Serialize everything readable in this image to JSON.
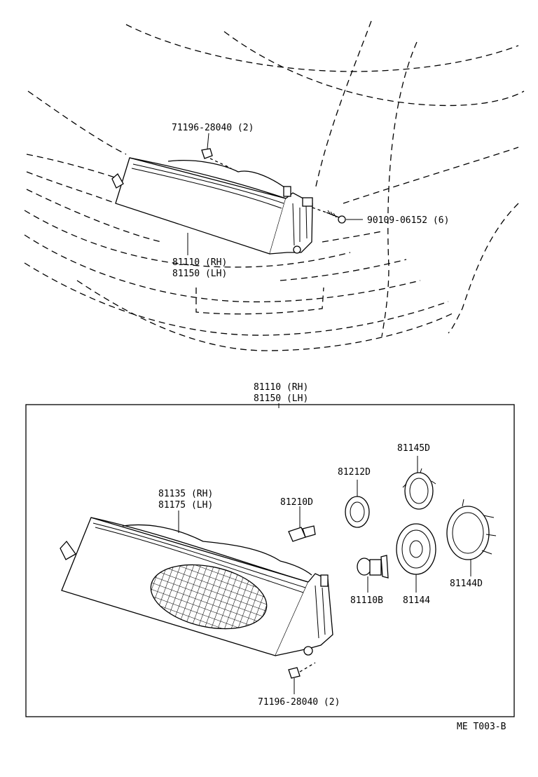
{
  "top_view": {
    "clip_label": "71196-28040 (2)",
    "screw_label": "90109-06152 (6)",
    "assy_label_rh": "81110 (RH)",
    "assy_label_lh": "81150 (LH)"
  },
  "detail_view": {
    "assy_label_rh": "81110 (RH)",
    "assy_label_lh": "81150 (LH)",
    "lens_label_rh": "81135 (RH)",
    "lens_label_lh": "81175 (LH)",
    "parts": {
      "socket_81210D": "81210D",
      "bulb_81212D": "81212D",
      "retainer_81145D": "81145D",
      "bulb_81110B": "81110B",
      "reflector_81144": "81144",
      "cover_81144D": "81144D"
    },
    "clip_label": "71196-28040 (2)"
  },
  "diagram_code": "ME T003-B"
}
